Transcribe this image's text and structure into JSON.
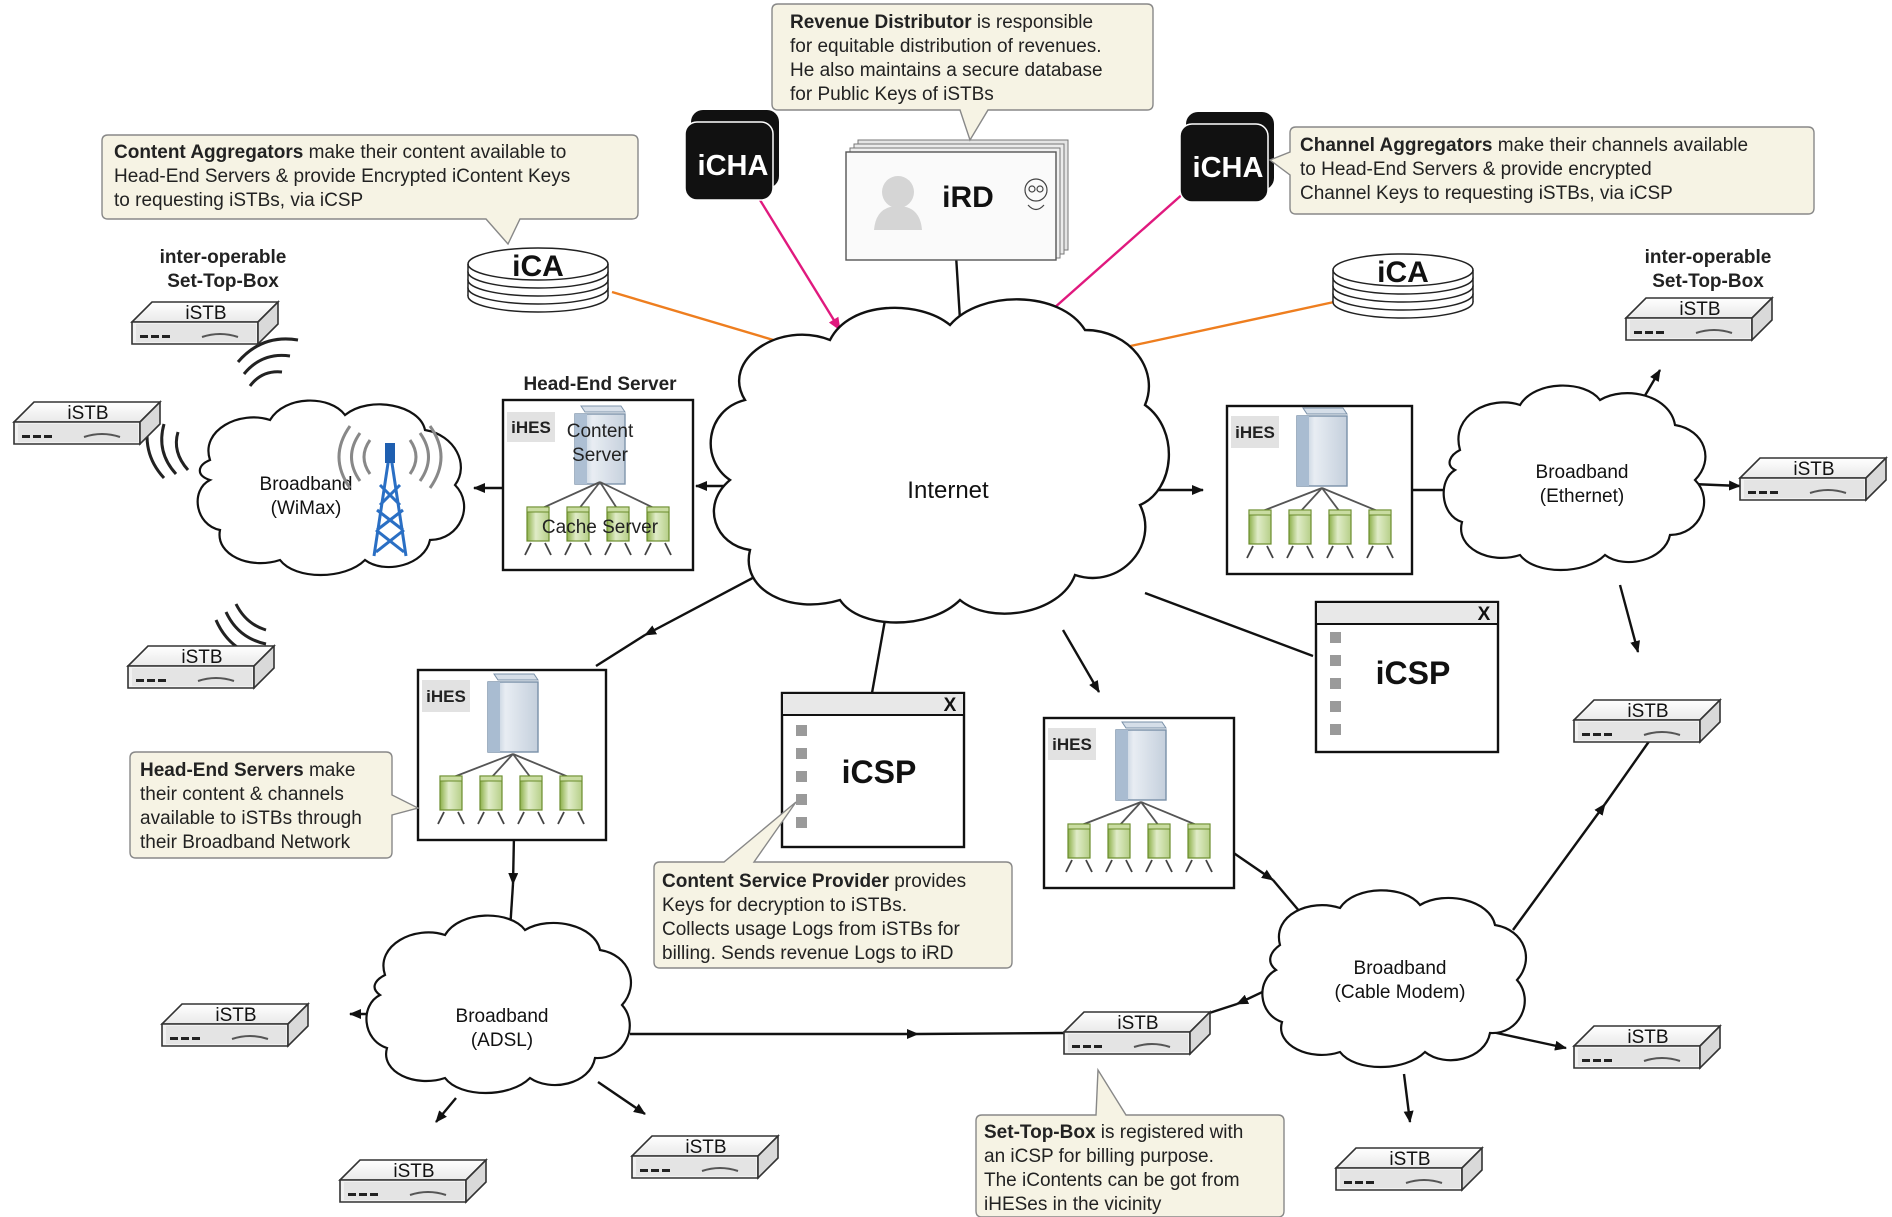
{
  "internet": "Internet",
  "ird": "iRD",
  "icha": "iCHA",
  "ica": "iCA",
  "ihes": "iHES",
  "icsp": "iCSP",
  "window_close": "X",
  "istb": "iSTB",
  "stb_heading_line1": "inter-operable",
  "stb_heading_line2": "Set-Top-Box",
  "head_end_server_title": "Head-End Server",
  "content_server_line1": "Content",
  "content_server_line2": "Server",
  "cache_server": "Cache Server",
  "broadband": {
    "wimax": [
      "Broadband",
      "(WiMax)"
    ],
    "ethernet": [
      "Broadband",
      "(Ethernet)"
    ],
    "adsl": [
      "Broadband",
      "(ADSL)"
    ],
    "cable": [
      "Broadband",
      "(Cable Modem)"
    ]
  },
  "callouts": {
    "revenue_distributor": {
      "bold": "Revenue Distributor",
      "lines": [
        " is responsible",
        "for equitable distribution of revenues.",
        "He also maintains a secure database",
        "for Public Keys of iSTBs"
      ]
    },
    "content_aggregators": {
      "bold": "Content Aggregators",
      "lines": [
        " make their content available to",
        "Head-End Servers & provide Encrypted iContent Keys",
        "to requesting iSTBs, via iCSP"
      ]
    },
    "channel_aggregators": {
      "bold": "Channel Aggregators",
      "lines": [
        " make their channels available",
        "to Head-End Servers & provide encrypted",
        "Channel Keys to requesting iSTBs, via iCSP"
      ]
    },
    "head_end_servers": {
      "bold": "Head-End Servers",
      "lines": [
        " make",
        "their content & channels",
        "available to iSTBs through",
        "their Broadband Network"
      ]
    },
    "content_service_provider": {
      "bold": "Content Service Provider",
      "lines": [
        " provides",
        "Keys for decryption to iSTBs.",
        "Collects usage Logs from iSTBs for",
        "billing. Sends revenue Logs to iRD"
      ]
    },
    "set_top_box": {
      "bold": "Set-Top-Box",
      "lines": [
        " is registered with",
        "an iCSP for billing purpose.",
        "The iContents can be got from",
        "iHESes in the vicinity"
      ]
    }
  },
  "colors": {
    "callout_fill": "#f6f3e4",
    "magenta_arrow": "#e0197e",
    "orange_arrow": "#ee7e1f",
    "server_blue": "#b8c8da",
    "cache_green": "#9cbf4e"
  }
}
